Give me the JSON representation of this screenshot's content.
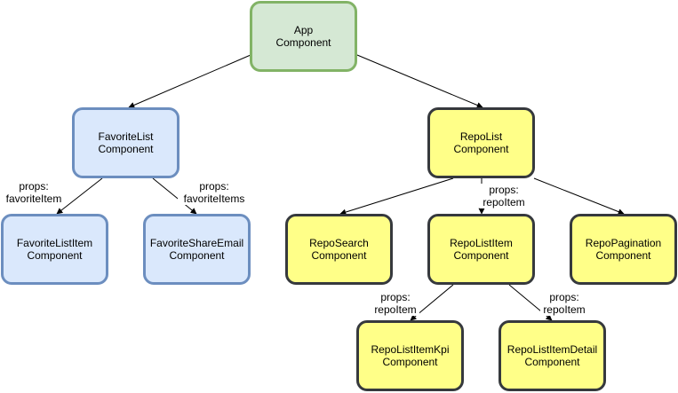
{
  "nodes": {
    "app": {
      "line1": "App",
      "line2": "Component"
    },
    "favorite_list": {
      "line1": "FavoriteList",
      "line2": "Component"
    },
    "repo_list": {
      "line1": "RepoList",
      "line2": "Component"
    },
    "favorite_list_item": {
      "line1": "FavoriteListItem",
      "line2": "Component"
    },
    "favorite_share_email": {
      "line1": "FavoriteShareEmail",
      "line2": "Component"
    },
    "repo_search": {
      "line1": "RepoSearch",
      "line2": "Component"
    },
    "repo_list_item": {
      "line1": "RepoListItem",
      "line2": "Component"
    },
    "repo_pagination": {
      "line1": "RepoPagination",
      "line2": "Component"
    },
    "repo_list_item_kpi": {
      "line1": "RepoListItemKpi",
      "line2": "Component"
    },
    "repo_list_item_detail": {
      "line1": "RepoListItemDetail",
      "line2": "Component"
    }
  },
  "edge_labels": {
    "favorite_item": {
      "line1": "props:",
      "line2": "favoriteItem"
    },
    "favorite_items": {
      "line1": "props:",
      "line2": "favoriteItems"
    },
    "repo_item_main": {
      "line1": "props:",
      "line2": "repoItem"
    },
    "repo_item_kpi": {
      "line1": "props:",
      "line2": "repoItem"
    },
    "repo_item_detail": {
      "line1": "props:",
      "line2": "repoItem"
    }
  },
  "colors": {
    "edge": "#000000",
    "green_fill": "#d5e8d4",
    "green_stroke": "#82b366",
    "blue_fill": "#dae8fc",
    "blue_stroke": "#6c8ebf",
    "yellow_fill": "#ffff88",
    "yellow_stroke": "#36393d"
  }
}
